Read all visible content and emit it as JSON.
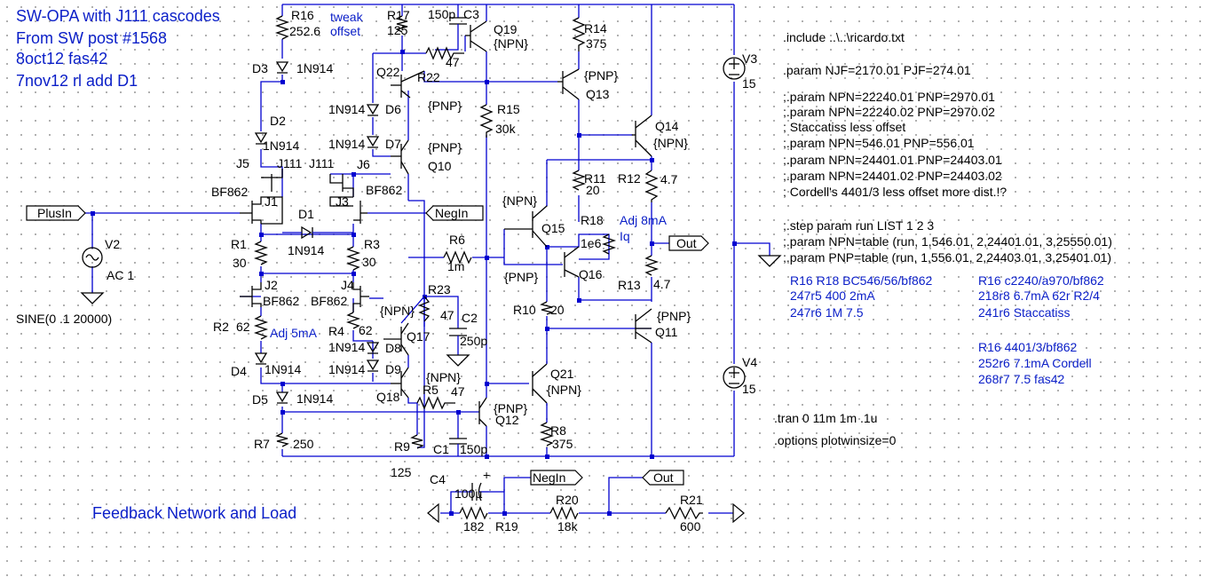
{
  "title_lines": [
    "SW-OPA with J111 cascodes",
    "From SW post #1568",
    "8oct12 fas42",
    "7nov12 rl  add D1"
  ],
  "subtitle": "Feedback Network and Load",
  "ports": {
    "plusin": "PlusIn",
    "negin_top": "NegIn",
    "out_top": "Out",
    "negin_fb": "NegIn",
    "out_fb": "Out"
  },
  "sources": {
    "v2": {
      "name": "V2",
      "value": "AC 1",
      "extra": "SINE(0 .1 20000)"
    },
    "v3": {
      "name": "V3",
      "value": "15"
    },
    "v4": {
      "name": "V4",
      "value": "15"
    }
  },
  "components": [
    {
      "id": "R16",
      "name": "R16",
      "value": "252.6"
    },
    {
      "id": "R17",
      "name": "R17",
      "value": "125"
    },
    {
      "id": "C3",
      "name": "C3",
      "value": "150p"
    },
    {
      "id": "Q19",
      "name": "Q19",
      "value": "{NPN}"
    },
    {
      "id": "R14",
      "name": "R14",
      "value": "375"
    },
    {
      "id": "Q22",
      "name": "Q22",
      "value": "{PNP}"
    },
    {
      "id": "R22",
      "name": "R22",
      "value": "47"
    },
    {
      "id": "D3",
      "name": "D3",
      "value": "1N914"
    },
    {
      "id": "D2",
      "name": "D2",
      "value": "1N914"
    },
    {
      "id": "D6",
      "name": "D6",
      "value": "1N914"
    },
    {
      "id": "D7",
      "name": "D7",
      "value": "1N914"
    },
    {
      "id": "Q10",
      "name": "Q10",
      "value": "{PNP}"
    },
    {
      "id": "R15",
      "name": "R15",
      "value": "30k"
    },
    {
      "id": "Q13",
      "name": "Q13",
      "value": "{PNP}"
    },
    {
      "id": "Q14",
      "name": "Q14",
      "value": "{NPN}"
    },
    {
      "id": "J5",
      "name": "J5",
      "value": "J111"
    },
    {
      "id": "J6",
      "name": "J6",
      "value": "J111"
    },
    {
      "id": "J1",
      "name": "J1",
      "value": "BF862"
    },
    {
      "id": "J3",
      "name": "J3",
      "value": "BF862"
    },
    {
      "id": "D1",
      "name": "D1",
      "value": "1N914"
    },
    {
      "id": "R1",
      "name": "R1",
      "value": "30"
    },
    {
      "id": "R3",
      "name": "R3",
      "value": "30"
    },
    {
      "id": "R11",
      "name": "R11",
      "value": "20"
    },
    {
      "id": "R12",
      "name": "R12",
      "value": "4.7"
    },
    {
      "id": "Q15",
      "name": "Q15",
      "value": "{NPN}"
    },
    {
      "id": "R18",
      "name": "R18",
      "value": "1e6"
    },
    {
      "id": "R6",
      "name": "R6",
      "value": "1m"
    },
    {
      "id": "Q16",
      "name": "Q16",
      "value": "{PNP}"
    },
    {
      "id": "R13",
      "name": "R13",
      "value": "4.7"
    },
    {
      "id": "J2",
      "name": "J2",
      "value": "BF862"
    },
    {
      "id": "J4",
      "name": "J4",
      "value": "BF862"
    },
    {
      "id": "R23",
      "name": "R23",
      "value": "47"
    },
    {
      "id": "C2",
      "name": "C2",
      "value": "250p"
    },
    {
      "id": "R10",
      "name": "R10",
      "value": "20"
    },
    {
      "id": "Q11",
      "name": "Q11",
      "value": "{PNP}"
    },
    {
      "id": "R2",
      "name": "R2",
      "value": "62"
    },
    {
      "id": "R4",
      "name": "R4",
      "value": "62"
    },
    {
      "id": "Q17",
      "name": "Q17",
      "value": "{NPN}"
    },
    {
      "id": "D8",
      "name": "D8",
      "value": "1N914"
    },
    {
      "id": "D9",
      "name": "D9",
      "value": "1N914"
    },
    {
      "id": "D4",
      "name": "D4",
      "value": "1N914"
    },
    {
      "id": "D5",
      "name": "D5",
      "value": "1N914"
    },
    {
      "id": "Q18",
      "name": "Q18",
      "value": "{NPN}"
    },
    {
      "id": "R5",
      "name": "R5",
      "value": "47"
    },
    {
      "id": "Q12",
      "name": "Q12",
      "value": "{PNP}"
    },
    {
      "id": "Q21",
      "name": "Q21",
      "value": "{NPN}"
    },
    {
      "id": "R8",
      "name": "R8",
      "value": "375"
    },
    {
      "id": "R7",
      "name": "R7",
      "value": "250"
    },
    {
      "id": "R9",
      "name": "R9",
      "value": "125"
    },
    {
      "id": "C1",
      "name": "C1",
      "value": "150p"
    },
    {
      "id": "C4",
      "name": "C4",
      "value": "100µ"
    },
    {
      "id": "R19",
      "name": "R19",
      "value": "182"
    },
    {
      "id": "R20",
      "name": "R20",
      "value": "18k"
    },
    {
      "id": "R21",
      "name": "R21",
      "value": "600"
    }
  ],
  "notes": {
    "tweak": "tweak",
    "offset": "offset",
    "adj8": "Adj 8mA",
    "iq": "Iq",
    "adj5": "Adj 5mA"
  },
  "directives": [
    ".include ..\\..\\ricardo.txt",
    ".param NJF=2170.01  PJF=274.01",
    ";.param NPN=22240.01  PNP=2970.01",
    ";.param NPN=22240.02  PNP=2970.02",
    ";  Staccatiss less offset",
    ";.param NPN=546.01  PNP=556.01",
    ";.param NPN=24401.01  PNP=24403.01",
    ";.param NPN=24401.02  PNP=24403.02",
    ";  Cordell's 4401/3 less offset more dist.!?",
    ";.step param run  LIST 1 2 3",
    ";.param NPN=table (run, 1,546.01, 2,24401.01, 3,25550.01)",
    ";.param PNP=table (run, 1,556.01, 2,24403.01, 3,25401.01)",
    ".tran 0 11m 1m .1u",
    ".options plotwinsize=0"
  ],
  "comments_blue": {
    "col1": [
      "R16  R18   BC546/56/bf862",
      "247r5  400  2mA",
      "247r6  1M   7.5"
    ],
    "col2": [
      "R16   c2240/a970/bf862",
      "218r8   6.7mA  62r R2/4",
      "241r6  Staccatiss"
    ],
    "col3": [
      "R16   4401/3/bf862",
      "252r6   7.1mA  Cordell",
      "268r7   7.5       fas42"
    ]
  }
}
